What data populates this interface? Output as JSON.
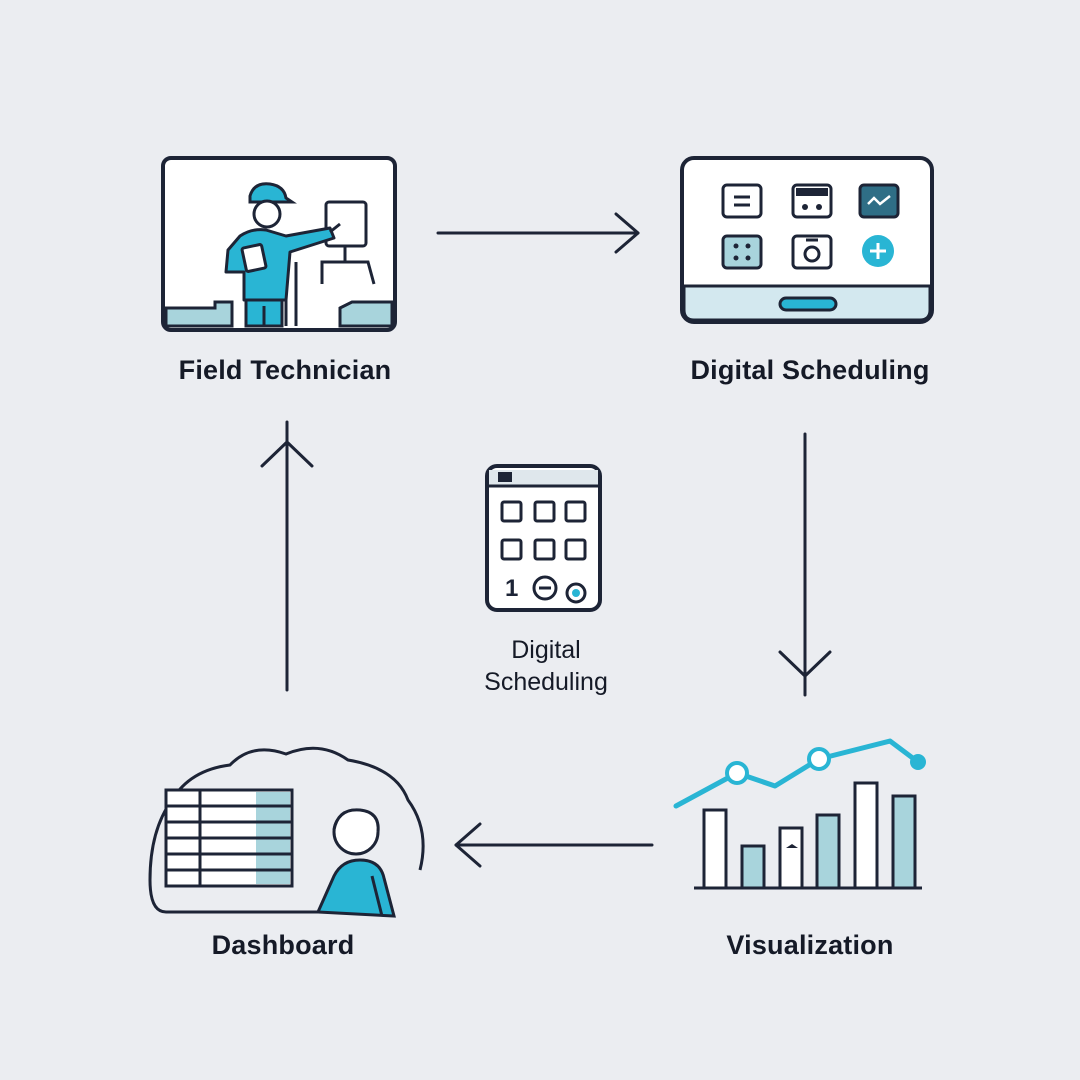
{
  "nodes": {
    "field_technician": {
      "label": "Field Technician"
    },
    "digital_scheduling": {
      "label": "Digital Scheduling"
    },
    "center": {
      "line1": "Digital",
      "line2": "Scheduling",
      "keypad_digit": "1"
    },
    "visualization": {
      "label": "Visualization"
    },
    "dashboard": {
      "label": "Dashboard"
    }
  },
  "colors": {
    "background": "#ebedf1",
    "stroke": "#1d2436",
    "accent": "#29b5d4",
    "accent_light": "#a8d4dc",
    "panel": "#ffffff"
  }
}
